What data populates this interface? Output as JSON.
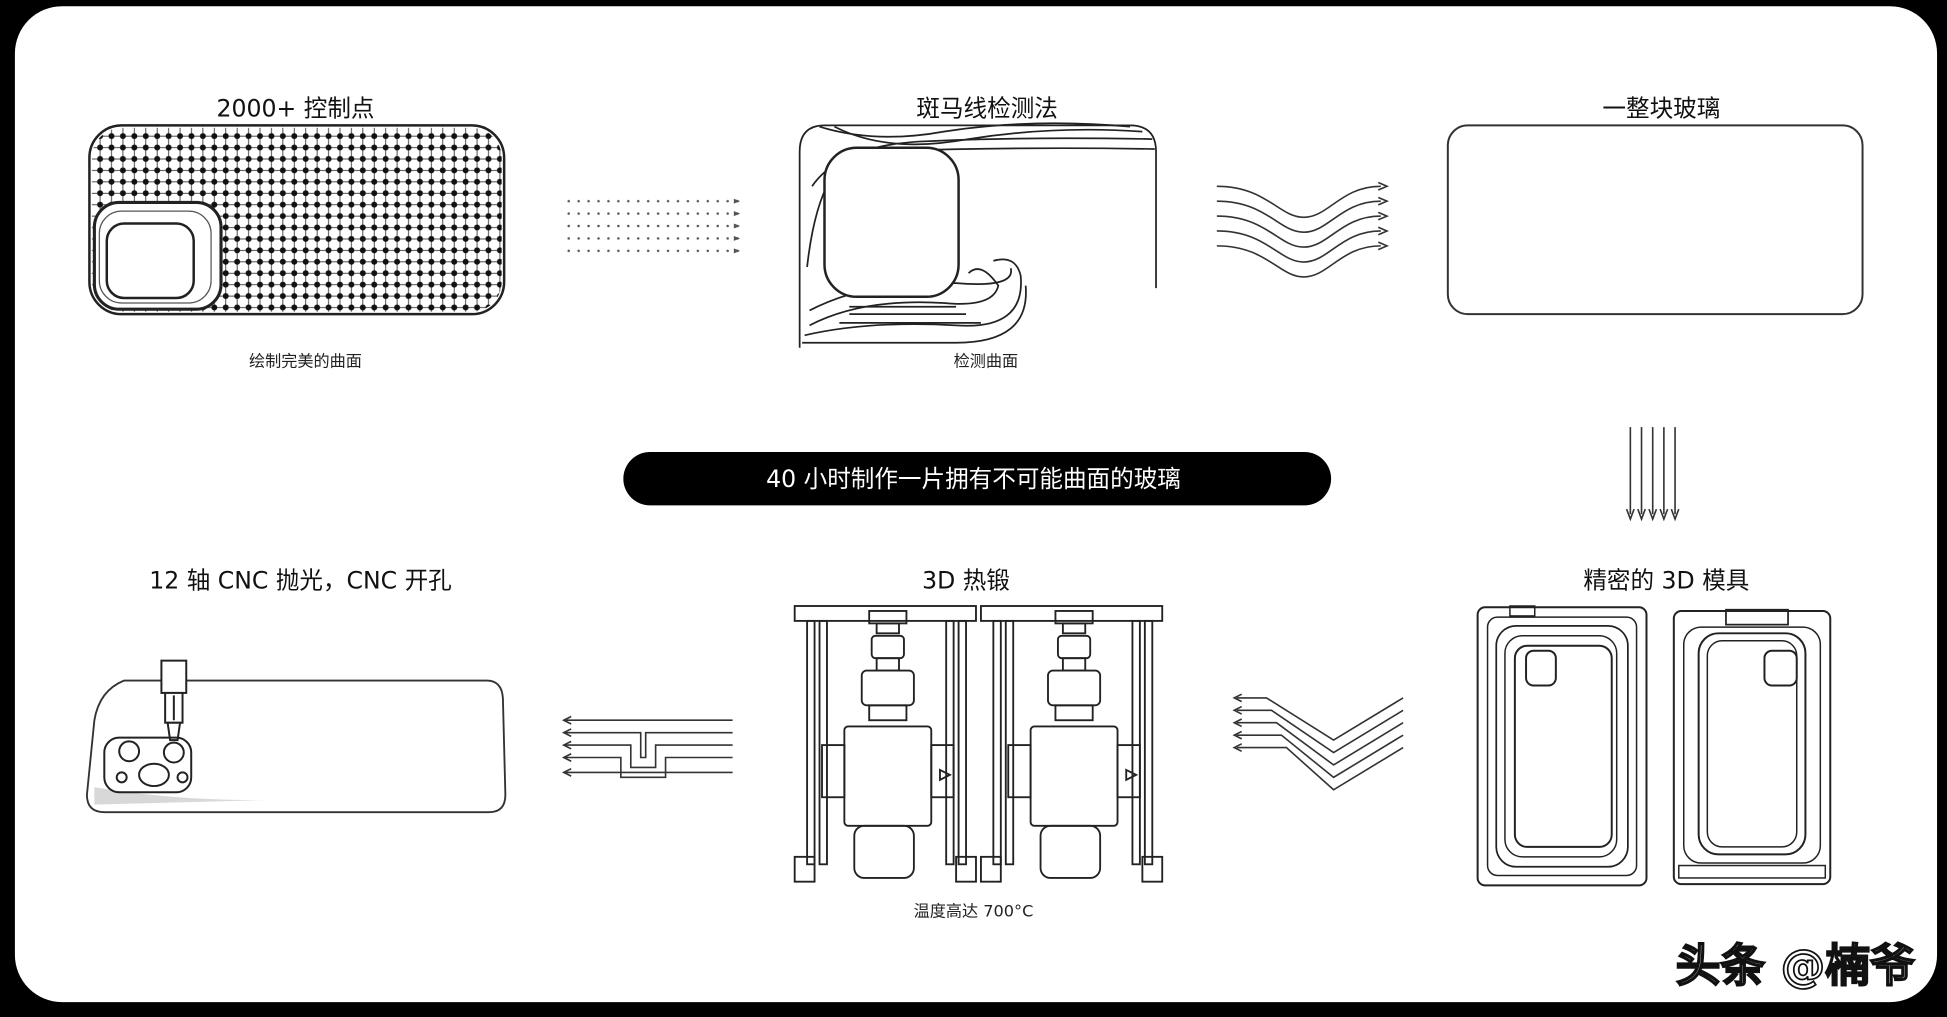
{
  "steps": [
    {
      "title": "2000+ 控制点",
      "caption": "绘制完美的曲面"
    },
    {
      "title": "斑马线检测法",
      "caption": "检测曲面"
    },
    {
      "title": "一整块玻璃",
      "caption": ""
    },
    {
      "title": "精密的 3D 模具",
      "caption": ""
    },
    {
      "title": "3D 热锻",
      "caption": "温度高达 700°C"
    },
    {
      "title": "12 轴 CNC 抛光，CNC 开孔",
      "caption": ""
    }
  ],
  "banner": {
    "text": "40 小时制作一片拥有不可能曲面的玻璃"
  },
  "watermark": {
    "text": "头条 @楠爷"
  },
  "colors": {
    "background": "#000000",
    "panel": "#ffffff",
    "ink": "#1a1a1a",
    "banner": "#000000",
    "banner_text": "#ffffff"
  },
  "icons": [
    "dotted-arrows-icon",
    "wave-arrows-icon",
    "down-arrows-icon",
    "chevron-arrows-icon",
    "step-arrows-icon"
  ]
}
